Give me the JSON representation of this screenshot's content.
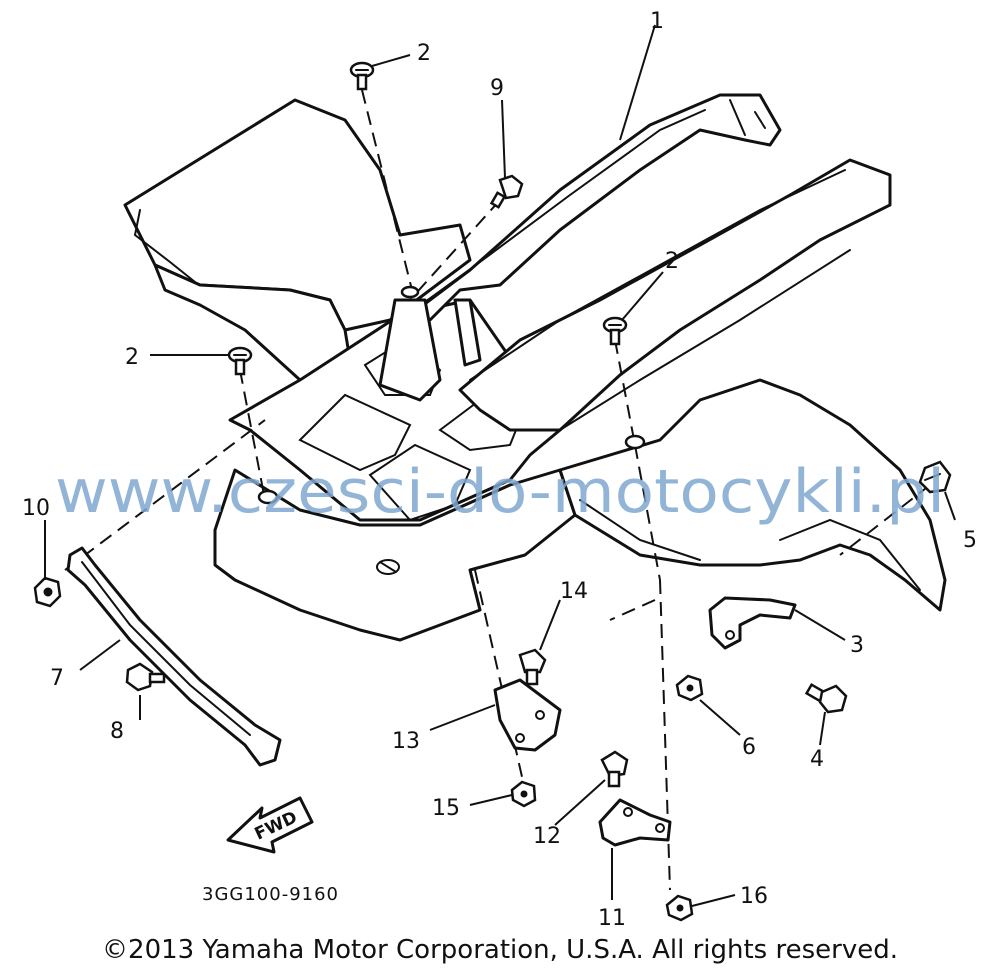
{
  "diagram": {
    "code": "3GG100-9160",
    "fwd_label": "FWD",
    "watermark": "www.czesci-do-motocykli.pl",
    "copyright": "©2013 Yamaha Motor Corporation, U.S.A. All rights reserved.",
    "callouts": {
      "c1": "1",
      "c2a": "2",
      "c2b": "2",
      "c2c": "2",
      "c3": "3",
      "c4": "4",
      "c5": "5",
      "c6": "6",
      "c7": "7",
      "c8": "8",
      "c9": "9",
      "c10": "10",
      "c11": "11",
      "c12": "12",
      "c13": "13",
      "c14": "14",
      "c15": "15",
      "c16": "16"
    }
  }
}
